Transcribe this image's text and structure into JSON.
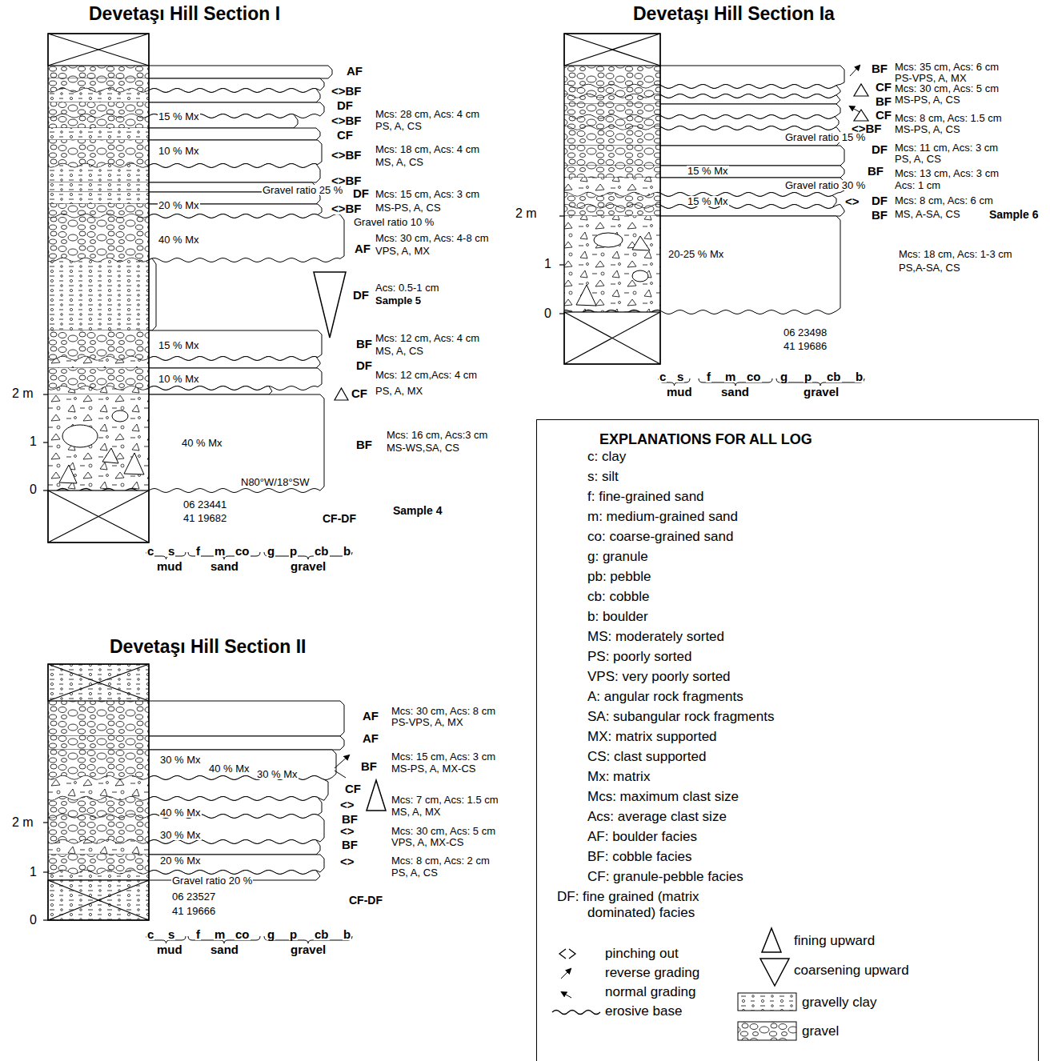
{
  "diagram": {
    "nodes": [
      {
        "text": [
          "EXPLANATIONS FOR ALL LOG",
          "c: clay",
          "s: silt",
          "f: fine-grained sand",
          "m: medium-grained sand",
          "co: coarse-grained sand",
          "g: granule",
          "pb: pebble",
          "cb: cobble",
          "b: boulder",
          "MS: moderately sorted",
          "PS: poorly sorted",
          "VPS: very poorly sorted",
          "A: angular rock fragments",
          "SA: subangular rock fragments",
          "MX: matrix supported",
          "CS: clast supported",
          "Mx: matrix",
          "Mcs: maximum clast size",
          "Acs: average clast size",
          "AF: boulder facies",
          "BF: cobble facies",
          "CF: granule-pebble facies",
          "DF: fine grained (matrix dominated) facies"
        ]
      }
    ],
    "labels": [
      "Devetaşı Hill Section I",
      "AF",
      "<>BF",
      "DF",
      "15 % Mx",
      "Mcs: 28 cm, Acs: 4 cm",
      "PS, A, CS",
      "<>BF",
      "CF",
      "10 % Mx",
      "<>BF",
      "Mcs: 18 cm, Acs: 4 cm",
      "MS, A, CS",
      "<>BF",
      "Gravel ratio 25 %",
      "DF",
      "Mcs: 15 cm, Acs: 3 cm",
      "20 % Mx",
      "<>BF",
      "MS-PS, A, CS",
      "Gravel ratio 10 %",
      "40 % Mx",
      "Mcs: 30 cm, Acs: 4-8 cm",
      "AF",
      "VPS, A, MX",
      "DF",
      "Acs: 0.5-1 cm",
      "Sample 5",
      "15 % Mx",
      "BF",
      "Mcs: 12 cm, Acs: 4 cm",
      "MS, A, CS",
      "DF",
      "10 % Mx",
      "Mcs: 12 cm,Acs: 4 cm",
      "CF",
      "PS, A, MX",
      "2 m",
      "1",
      "40 % Mx",
      "Mcs: 16 cm, Acs:3 cm",
      "BF",
      "MS-WS,SA, CS",
      "N80°W/18°SW",
      "0",
      "06 23441",
      "Sample 4",
      "41 19682",
      "CF-DF",
      "c",
      "s",
      "f",
      "m",
      "co",
      "g",
      "p",
      "cb",
      "b",
      "mud",
      "sand",
      "gravel",
      "Devetaşı Hill Section Ia",
      "BF",
      "Mcs: 35 cm, Acs: 6 cm",
      "PS-VPS, A, MX",
      "CF",
      "Mcs: 30 cm, Acs: 5 cm",
      "BF",
      "MS-PS, A, CS",
      "CF",
      "Mcs: 8 cm, Acs: 1.5 cm",
      "<>BF",
      "MS-PS, A, CS",
      "Gravel ratio 15 %",
      "DF",
      "Mcs: 11 cm, Acs: 3 cm",
      "PS, A, CS",
      "15 % Mx",
      "BF",
      "Mcs: 13 cm, Acs: 3 cm",
      "Gravel ratio 30 %",
      "Acs: 1 cm",
      "15 % Mx",
      "<>",
      "DF",
      "Mcs: 8 cm, Acs: 6 cm",
      "2 m",
      "BF",
      "MS, A-SA, CS",
      "Sample 6",
      "20-25 % Mx",
      "Mcs: 18 cm, Acs: 1-3 cm",
      "1",
      "PS,A-SA, CS",
      "0",
      "06 23498",
      "41 19686",
      "c",
      "s",
      "f",
      "m",
      "co",
      "g",
      "p",
      "cb",
      "b",
      "mud",
      "sand",
      "gravel",
      "Devetaşı Hill Section II",
      "AF",
      "Mcs: 30 cm, Acs: 8 cm",
      "PS-VPS, A, MX",
      "AF",
      "Mcs: 15 cm, Acs: 3 cm",
      "30 % Mx",
      "BF",
      "40 % Mx",
      "MS-PS, A, MX-CS",
      "30 % Mx",
      "CF",
      "Mcs: 7 cm, Acs: 1.5 cm",
      "<>",
      "MS, A, MX",
      "40 % Mx",
      "BF",
      "2 m",
      "Mcs: 30 cm, Acs: 5 cm",
      "<>",
      "30 % Mx",
      "VPS, A, MX-CS",
      "BF",
      "<>",
      "20 % Mx",
      "Mcs: 8 cm, Acs: 2 cm",
      "1",
      "PS, A, CS",
      "Gravel ratio 20 %",
      "06 23527",
      "CF-DF",
      "41 19666",
      "0",
      "c",
      "s",
      "f",
      "m",
      "co",
      "g",
      "p",
      "cb",
      "b",
      "mud",
      "sand",
      "gravel"
    ],
    "legend": [
      {
        "text": "pinching out"
      },
      {
        "text": "reverse grading"
      },
      {
        "text": "normal grading"
      },
      {
        "text": "erosive base"
      },
      {
        "text": "fining upward"
      },
      {
        "text": "coarsening upward"
      },
      {
        "text": "gravelly clay"
      },
      {
        "text": "gravel"
      }
    ]
  }
}
